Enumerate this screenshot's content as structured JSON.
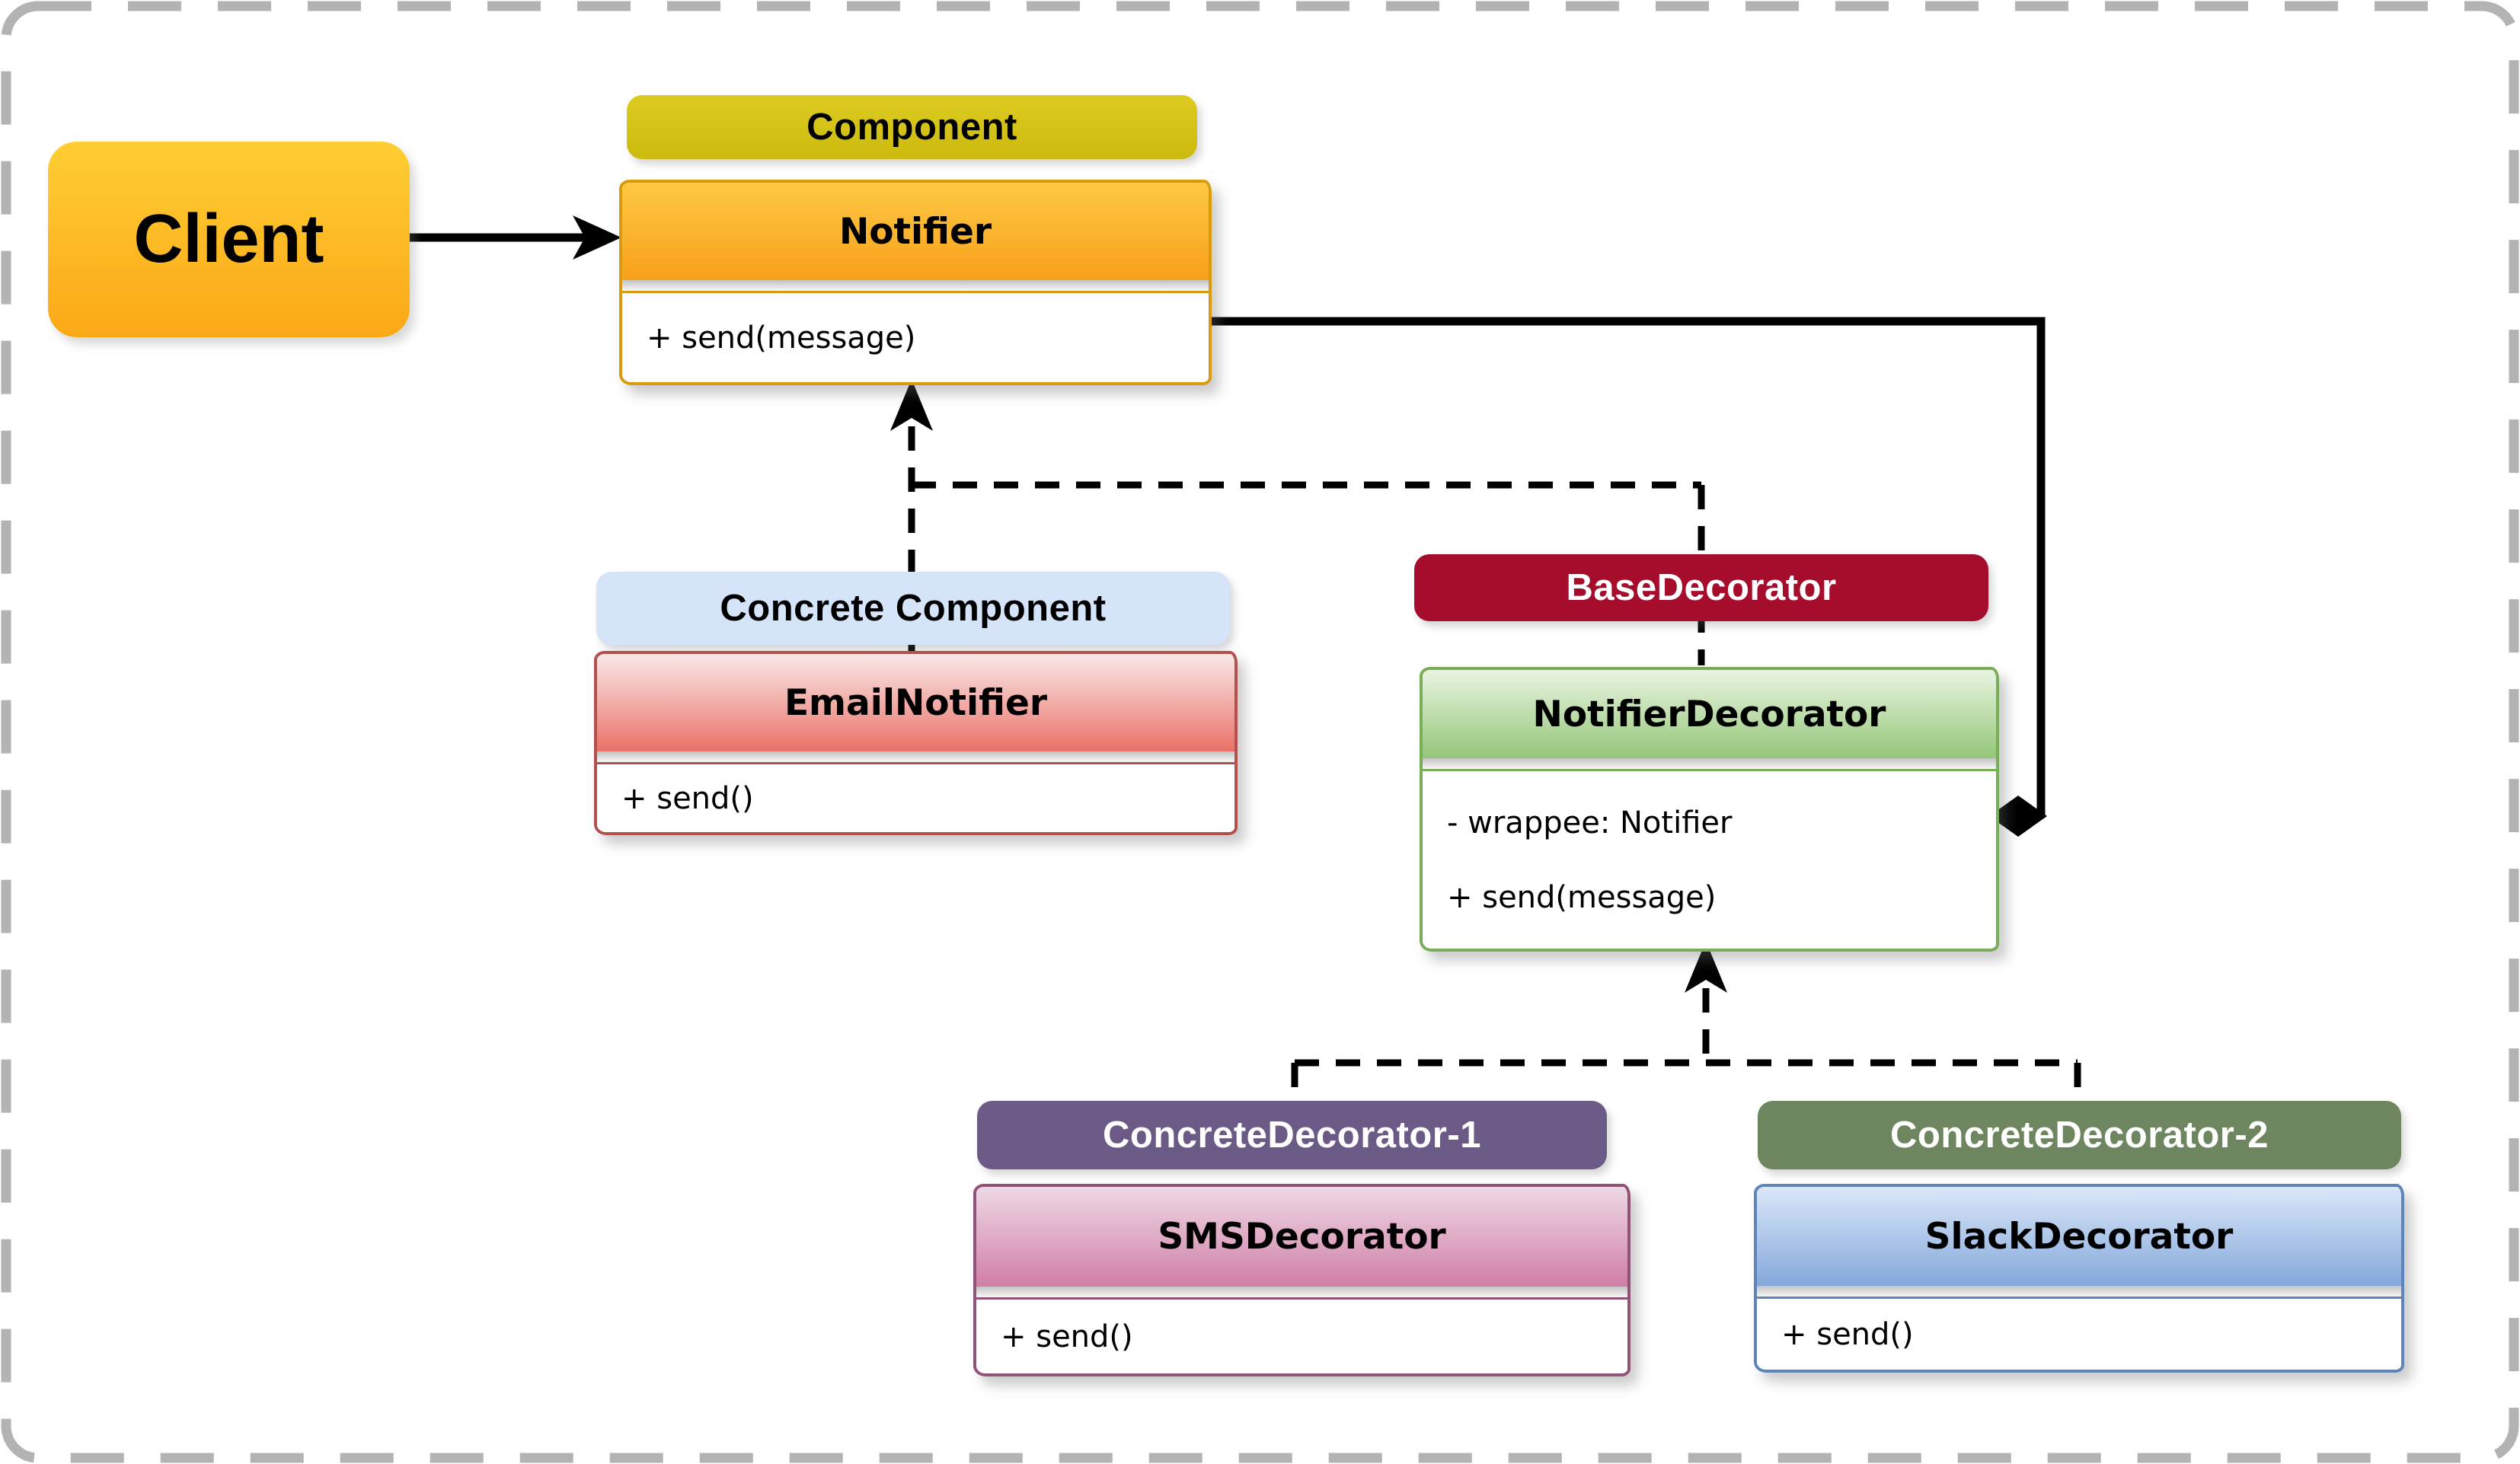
{
  "client": {
    "label": "Client"
  },
  "component": {
    "stereotype": "Component",
    "class_name": "Notifier",
    "members": [
      "+ send(message)"
    ]
  },
  "concrete_component": {
    "stereotype": "Concrete Component",
    "class_name": "EmailNotifier",
    "members": [
      "+ send()"
    ]
  },
  "base_decorator": {
    "stereotype": "BaseDecorator",
    "class_name": "NotifierDecorator",
    "members": [
      "- wrappee: Notifier",
      "+ send(message)"
    ]
  },
  "concrete_decorator_1": {
    "stereotype": "ConcreteDecorator-1",
    "class_name": "SMSDecorator",
    "members": [
      "+ send()"
    ]
  },
  "concrete_decorator_2": {
    "stereotype": "ConcreteDecorator-2",
    "class_name": "SlackDecorator",
    "members": [
      "+ send()"
    ]
  },
  "edges": [
    {
      "from": "Client",
      "to": "Notifier",
      "style": "solid-arrow"
    },
    {
      "from": "EmailNotifier",
      "to": "Notifier",
      "style": "dashed-arrow"
    },
    {
      "from": "NotifierDecorator",
      "to": "Notifier",
      "style": "dashed-arrow"
    },
    {
      "from": "NotifierDecorator",
      "to": "Notifier",
      "style": "solid-composition-diamond"
    },
    {
      "from": "SMSDecorator",
      "to": "NotifierDecorator",
      "style": "dashed-arrow"
    },
    {
      "from": "SlackDecorator",
      "to": "NotifierDecorator",
      "style": "dashed-arrow"
    }
  ],
  "colors": {
    "component_label": "#d5c51a",
    "concrete_component_label": "#d5e4f8",
    "base_decorator_label": "#a60d2d",
    "concrete_decorator_1_label": "#6a5a85",
    "concrete_decorator_2_label": "#6e8660",
    "client_fill": "#fdbb22",
    "notifier_header": "#f9a01b",
    "email_notifier_header": "#eb7169",
    "notifier_decorator_header": "#94c678",
    "sms_decorator_header": "#d07ea6",
    "slack_decorator_header": "#84a8dc",
    "page_border": "#b3b3b3",
    "connector": "#000000"
  }
}
